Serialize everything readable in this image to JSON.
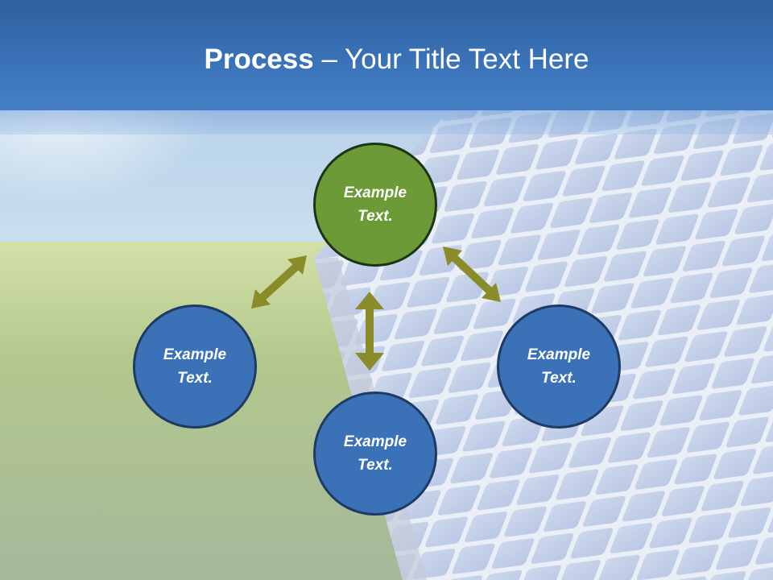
{
  "title": {
    "bold": "Process",
    "rest": " – Your Title Text Here"
  },
  "nodes": {
    "top": "Example Text.",
    "left": "Example Text.",
    "bottom": "Example Text.",
    "right": "Example Text."
  },
  "colors": {
    "header": "#3a72b8",
    "node_blue": "#3a71b7",
    "node_green": "#6c9a37",
    "arrow": "#8a8c2a"
  }
}
